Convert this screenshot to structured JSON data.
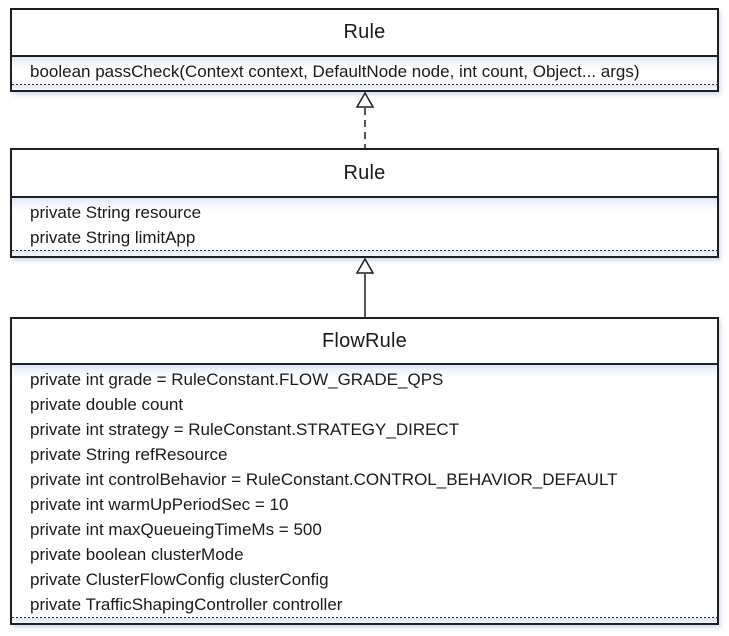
{
  "diagram": {
    "classes": [
      {
        "name": "Rule",
        "members": [
          "boolean passCheck(Context context, DefaultNode node, int count, Object... args)"
        ]
      },
      {
        "name": "Rule",
        "members": [
          "private String resource",
          "private String limitApp"
        ]
      },
      {
        "name": "FlowRule",
        "members": [
          "private int grade = RuleConstant.FLOW_GRADE_QPS",
          "private double count",
          "private int strategy = RuleConstant.STRATEGY_DIRECT",
          "private String refResource",
          "private int controlBehavior = RuleConstant.CONTROL_BEHAVIOR_DEFAULT",
          "private int warmUpPeriodSec = 10",
          "private int maxQueueingTimeMs = 500",
          "private boolean clusterMode",
          "private ClusterFlowConfig clusterConfig",
          "private TrafficShapingController controller"
        ]
      }
    ],
    "relations": [
      {
        "type": "realization",
        "line": "dashed",
        "from": "Rule",
        "to": "Rule"
      },
      {
        "type": "inheritance",
        "line": "solid",
        "from": "FlowRule",
        "to": "Rule"
      }
    ],
    "colors": {
      "border": "#1f1f1f",
      "text": "#1a1a1a",
      "compartment_tint": "#dbe7f5",
      "background": "#ffffff"
    }
  }
}
